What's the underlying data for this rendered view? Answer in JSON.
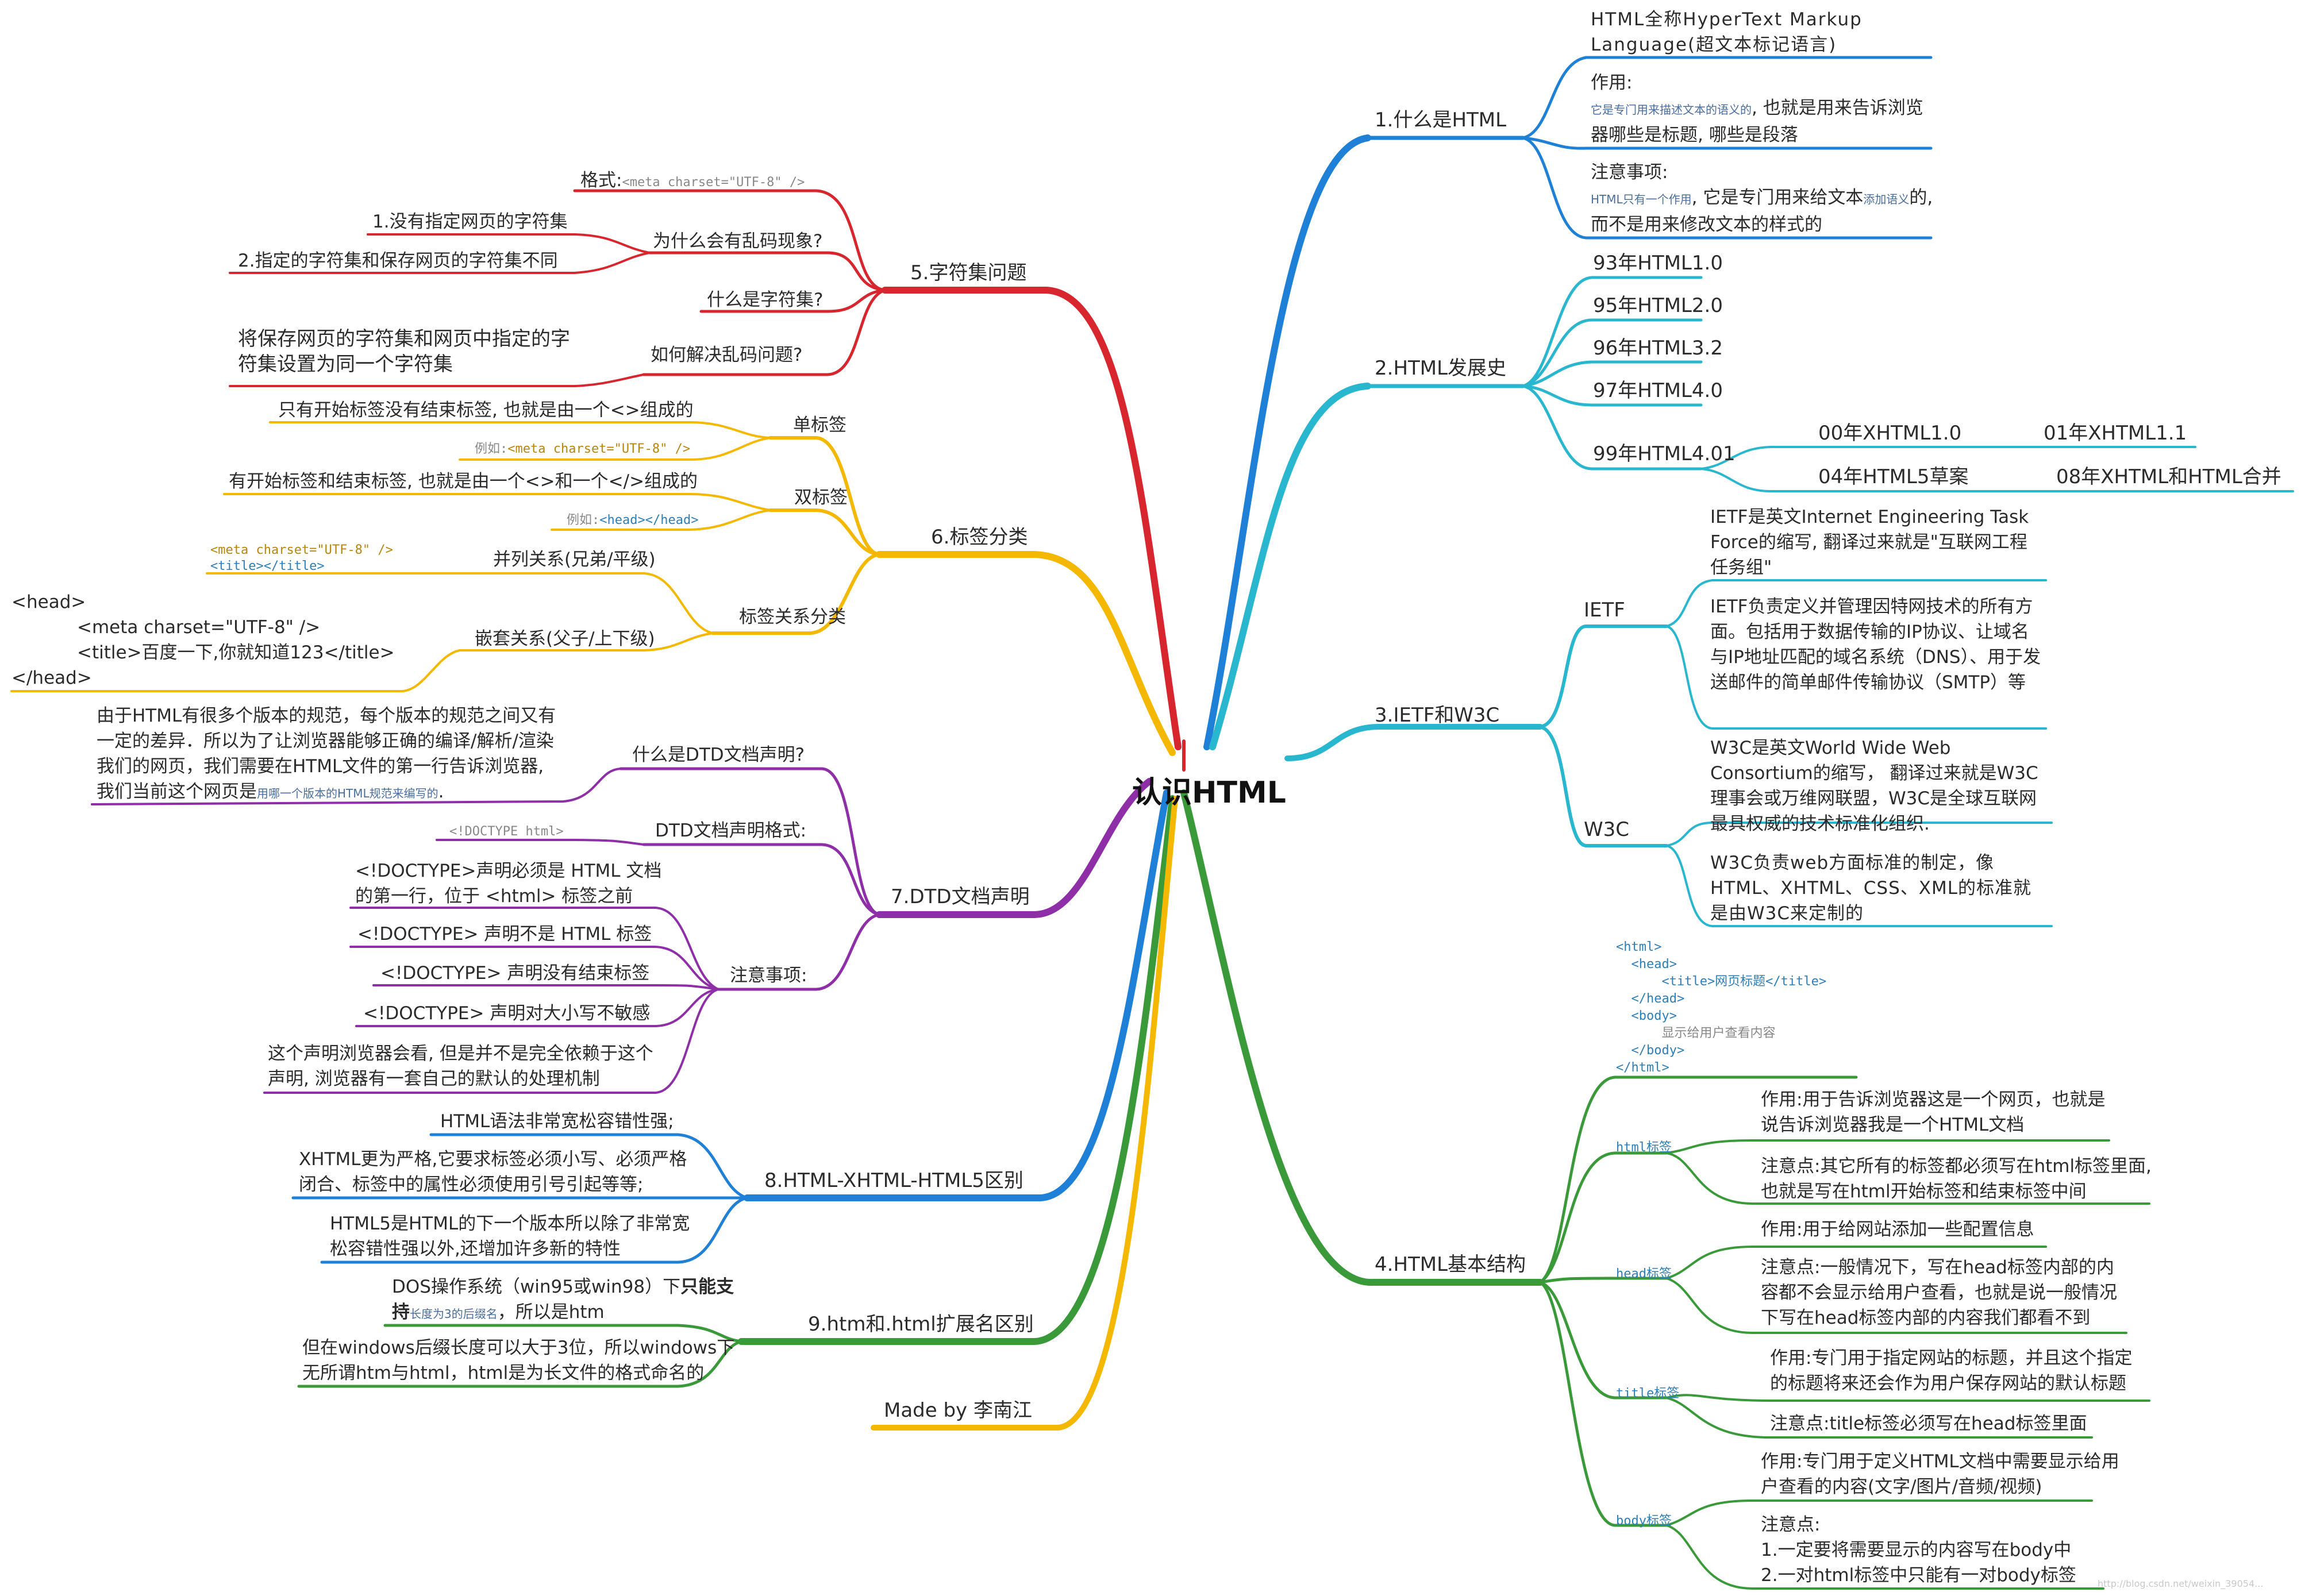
{
  "center": "认识HTML",
  "colors": {
    "blue": "#1e80d6",
    "teal": "#29b6cf",
    "green": "#3a9a3a",
    "red": "#d8262e",
    "orange": "#f5b800",
    "purple": "#8e2fa8"
  },
  "b1": {
    "title": "1.什么是HTML",
    "item1": "HTML全称HyperText Markup Language(超文本标记语言)",
    "item2_head": "作用:",
    "item2_small": "它是专门用来描述文本的语义的",
    "item2_rest": ", 也就是用来告诉浏览器哪些是标题, 哪些是段落",
    "item3_head": "注意事项:",
    "item3_small": "HTML只有一个作用",
    "item3_mid": ", 它是专门用来给文本",
    "item3_small2": "添加语义",
    "item3_rest": "的, 而不是用来修改文本的样式的"
  },
  "b2": {
    "title": "2.HTML发展史",
    "items": [
      "93年HTML1.0",
      "95年HTML2.0",
      "96年HTML3.2",
      "97年HTML4.0",
      "99年HTML4.01"
    ],
    "sub1": "00年XHTML1.0",
    "sub1b": "01年XHTML1.1",
    "sub2": "04年HTML5草案",
    "sub2b": "08年XHTML和HTML合并"
  },
  "b3": {
    "title": "3.IETF和W3C",
    "ietf": "IETF",
    "ietf1": "IETF是英文Internet Engineering Task Force的缩写, 翻译过来就是\"互联网工程任务组\"",
    "ietf2": "IETF负责定义并管理因特网技术的所有方面。包括用于数据传输的IP协议、让域名与IP地址匹配的域名系统（DNS）、用于发送邮件的简单邮件传输协议（SMTP）等",
    "w3c": "W3C",
    "w3c1": "W3C是英文World Wide Web Consortium的缩写， 翻译过来就是W3C理事会或万维网联盟，W3C是全球互联网最具权威的技术标准化组织.",
    "w3c2": "W3C负责web方面标准的制定，像HTML、XHTML、CSS、XML的标准就是由W3C来定制的"
  },
  "b4": {
    "title": "4.HTML基本结构",
    "code": [
      "<html>",
      "  <head>",
      "      <title>网页标题</title>",
      "  </head>",
      "  <body>",
      "      显示给用户查看内容",
      "  </body>",
      "</html>"
    ],
    "html_tag": "html标签",
    "html1": "作用:用于告诉浏览器这是一个网页，也就是说告诉浏览器我是一个HTML文档",
    "html2": "注意点:其它所有的标签都必须写在html标签里面, 也就是写在html开始标签和结束标签中间",
    "head_tag": "head标签",
    "head1": "作用:用于给网站添加一些配置信息",
    "head2": "注意点:一般情况下，写在head标签内部的内容都不会显示给用户查看，也就是说一般情况下写在head标签内部的内容我们都看不到",
    "title_tag": "title标签",
    "title1": "作用:专门用于指定网站的标题，并且这个指定的标题将来还会作为用户保存网站的默认标题",
    "title2": "注意点:title标签必须写在head标签里面",
    "body_tag": "body标签",
    "body1": "作用:专门用于定义HTML文档中需要显示给用户查看的内容(文字/图片/音频/视频)",
    "body2a": "注意点:",
    "body2b": "1.一定要将需要显示的内容写在body中",
    "body2c": "2.一对html标签中只能有一对body标签"
  },
  "b5": {
    "title": "5.字符集问题",
    "fmt_label": "格式:",
    "fmt_code": "<meta charset=\"UTF-8\" />",
    "why": "为什么会有乱码现象?",
    "why1": "1.没有指定网页的字符集",
    "why2": "2.指定的字符集和保存网页的字符集不同",
    "what": "什么是字符集?",
    "how": "如何解决乱码问题?",
    "how1": "将保存网页的字符集和网页中指定的字符集设置为同一个字符集"
  },
  "b6": {
    "title": "6.标签分类",
    "single": "单标签",
    "single1": "只有开始标签没有结束标签, 也就是由一个<>组成的",
    "single2_label": "例如:",
    "single2_code": "<meta charset=\"UTF-8\" />",
    "double": "双标签",
    "double1": "有开始标签和结束标签, 也就是由一个<>和一个</>组成的",
    "double2_label": "例如:",
    "double2_code": "<head></head>",
    "rel": "标签关系分类",
    "rel1": "并列关系(兄弟/平级)",
    "rel1_code1": "<meta charset=\"UTF-8\" />",
    "rel1_code2": "<title></title>",
    "rel2": "嵌套关系(父子/上下级)",
    "rel2_code": [
      "<head>",
      "<meta charset=\"UTF-8\" />",
      "<title>百度一下,你就知道123</title>",
      "</head>"
    ]
  },
  "b7": {
    "title": "7.DTD文档声明",
    "what": "什么是DTD文档声明?",
    "what1a": "由于HTML有很多个版本的规范，每个版本的规范之间又有一定的差异．所以为了让浏览器能够正确的编译/解析/渲染我们的网页，我们需要在HTML文件的第一行告诉浏览器, 我们当前这个网页是",
    "what1b": "用哪一个版本的HTML规范来编写的",
    "what1c": ".",
    "fmt": "DTD文档声明格式:",
    "fmt_code": "<!DOCTYPE html>",
    "note": "注意事项:",
    "note1": "<!DOCTYPE>声明必须是 HTML 文档的第一行，位于 <html> 标签之前",
    "note2": "<!DOCTYPE> 声明不是 HTML 标签",
    "note3": "<!DOCTYPE> 声明没有结束标签",
    "note4": "<!DOCTYPE> 声明对大小写不敏感",
    "note5": "这个声明浏览器会看, 但是并不是完全依赖于这个声明, 浏览器有一套自己的默认的处理机制"
  },
  "b8": {
    "title": "8.HTML-XHTML-HTML5区别",
    "i1": "HTML语法非常宽松容错性强;",
    "i2": "XHTML更为严格,它要求标签必须小写、必须严格闭合、标签中的属性必须使用引号引起等等;",
    "i3": "HTML5是HTML的下一个版本所以除了非常宽松容错性强以外,还增加许多新的特性"
  },
  "b9": {
    "title": "9.htm和.html扩展名区别",
    "i1a": "DOS操作系统（win95或win98）下",
    "i1b": "只能支持",
    "i1c": "长度为3的后缀名",
    "i1d": "，所以是htm",
    "i2": "但在windows后缀长度可以大于3位，所以windows下无所谓htm与html，html是为长文件的格式命名的"
  },
  "made_by": "Made by 李南江",
  "watermark": "http://blog.csdn.net/weixin_39054..."
}
